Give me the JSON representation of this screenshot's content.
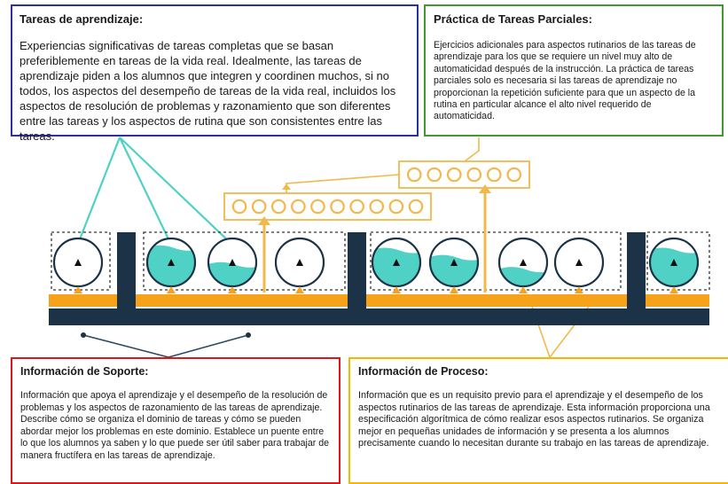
{
  "boxes": {
    "learning_tasks": {
      "title": "Tareas de aprendizaje:",
      "text": "Experiencias significativas de tareas completas que se basan preferiblemente en tareas de la vida real. Idealmente, las tareas de aprendizaje piden a los alumnos que integren y coordinen muchos, si no todos, los aspectos del desempeño de tareas de la vida real, incluidos los aspectos de resolución de problemas y razonamiento que son diferentes entre las tareas y los aspectos de rutina que son consistentes entre las tareas.",
      "border_color": "#2b2fa8"
    },
    "part_task_practice": {
      "title": "Práctica de Tareas Parciales:",
      "text": "Ejercicios adicionales para aspectos rutinarios de las tareas de aprendizaje para los que se requiere un nivel muy alto de automaticidad después de la instrucción. La práctica de tareas parciales solo es necesaria si las tareas de aprendizaje no proporcionan la repetición suficiente para que un aspecto de la rutina en particular alcance el alto nivel requerido de automaticidad.",
      "border_color": "#3f9a2f"
    },
    "supportive_info": {
      "title": "Información de Soporte:",
      "text": "Información que apoya el aprendizaje y el desempeño de la resolución de problemas y los aspectos de razonamiento de las tareas de aprendizaje. Describe cómo se organiza el dominio de tareas y cómo se pueden abordar mejor los problemas en este dominio. Establece un puente entre lo que los alumnos ya saben y lo que puede ser útil saber para trabajar de manera fructífera en las tareas de aprendizaje.",
      "border_color": "#e0151b"
    },
    "procedural_info": {
      "title": "Información de Proceso:",
      "text": "Información que es un requisito previo para el aprendizaje y el desempeño de los aspectos rutinarios de las tareas de aprendizaje. Esta información proporciona una especificación algorítmica de cómo realizar esos aspectos rutinarios. Se organiza mejor en pequeñas unidades de información y se presenta a los alumnos precisamente cuando lo necesitan durante su trabajo en las tareas de aprendizaje.",
      "border_color": "#f5b800"
    }
  },
  "diagram": {
    "colors": {
      "teal": "#4fd1c5",
      "navy": "#1c3347",
      "orange": "#f7a21b",
      "practice_orange": "#f2b84b",
      "dashed": "#333333"
    },
    "learning_tasks": [
      {
        "group": 1,
        "fill_level": 0.0
      },
      {
        "group": 2,
        "fill_level": 0.8
      },
      {
        "group": 2,
        "fill_level": 0.45
      },
      {
        "group": 2,
        "fill_level": 0.0
      },
      {
        "group": 3,
        "fill_level": 0.75
      },
      {
        "group": 3,
        "fill_level": 0.6
      },
      {
        "group": 3,
        "fill_level": 0.35
      },
      {
        "group": 3,
        "fill_level": 0.0
      },
      {
        "group": 4,
        "fill_level": 0.75
      }
    ],
    "part_task_practice_rows": [
      {
        "item_count": 10
      },
      {
        "item_count": 6
      }
    ]
  }
}
